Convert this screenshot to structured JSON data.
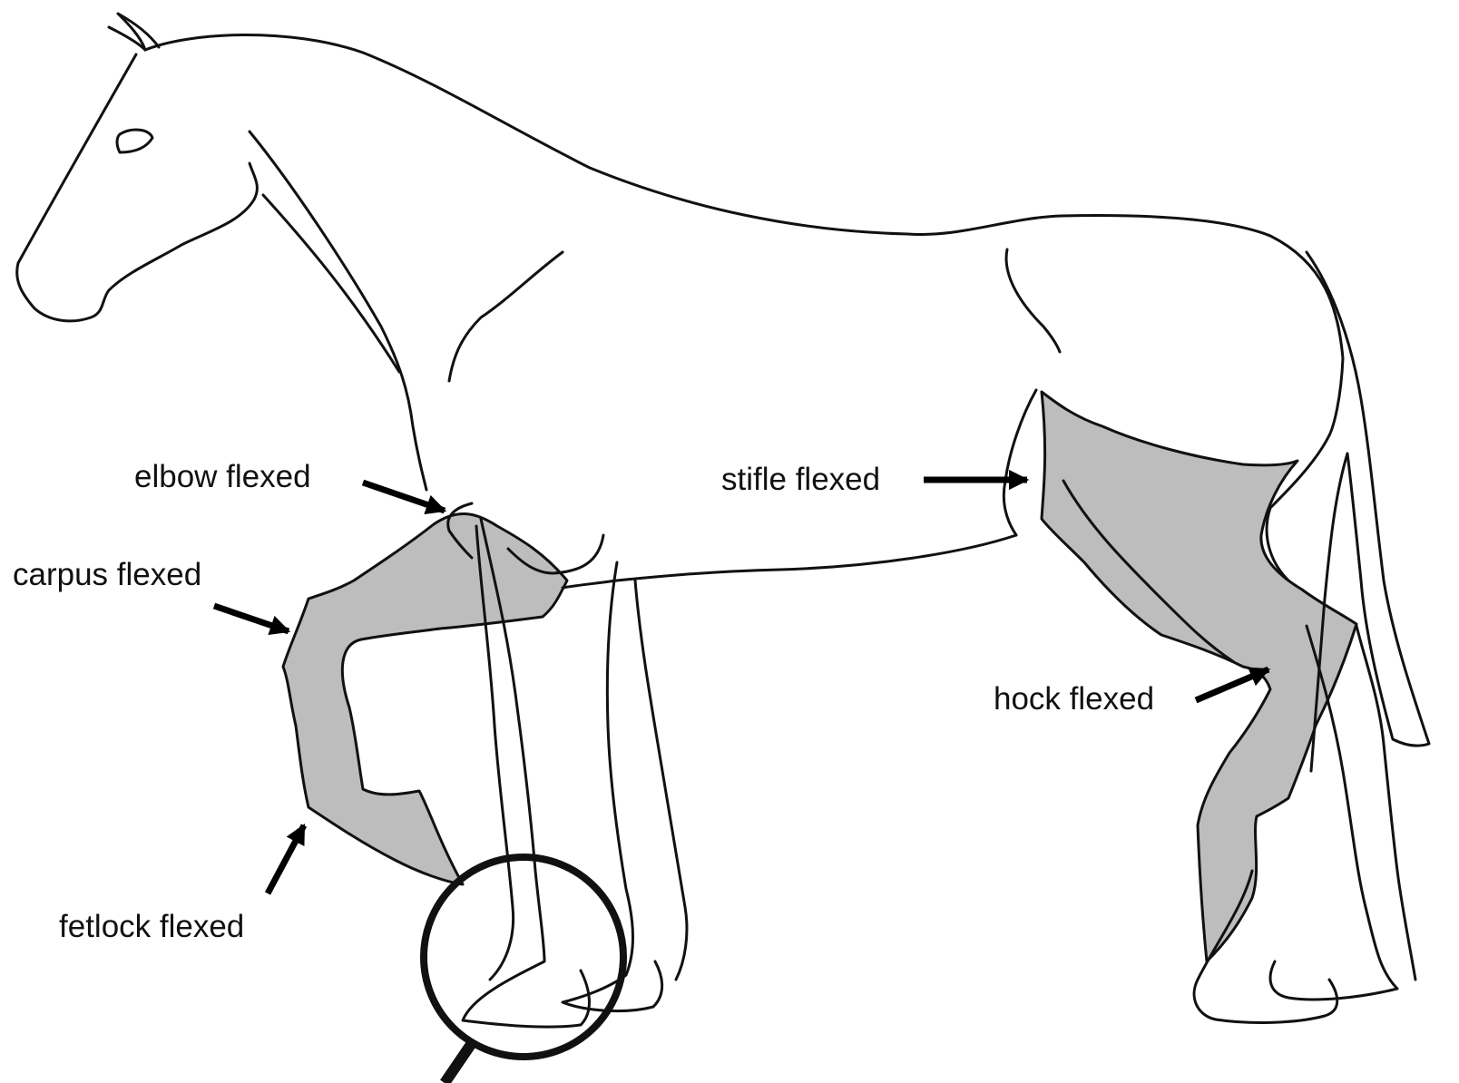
{
  "diagram": {
    "colors": {
      "outline": "#111111",
      "flexed_region": "#bdbdbd",
      "background": "#ffffff",
      "arrow": "#000000"
    },
    "labels": {
      "elbow": "elbow flexed",
      "carpus": "carpus flexed",
      "fetlock": "fetlock flexed",
      "stifle": "stifle flexed",
      "hock": "hock flexed"
    },
    "icons": {
      "hoof_highlight": "magnifier-circle-icon"
    }
  }
}
